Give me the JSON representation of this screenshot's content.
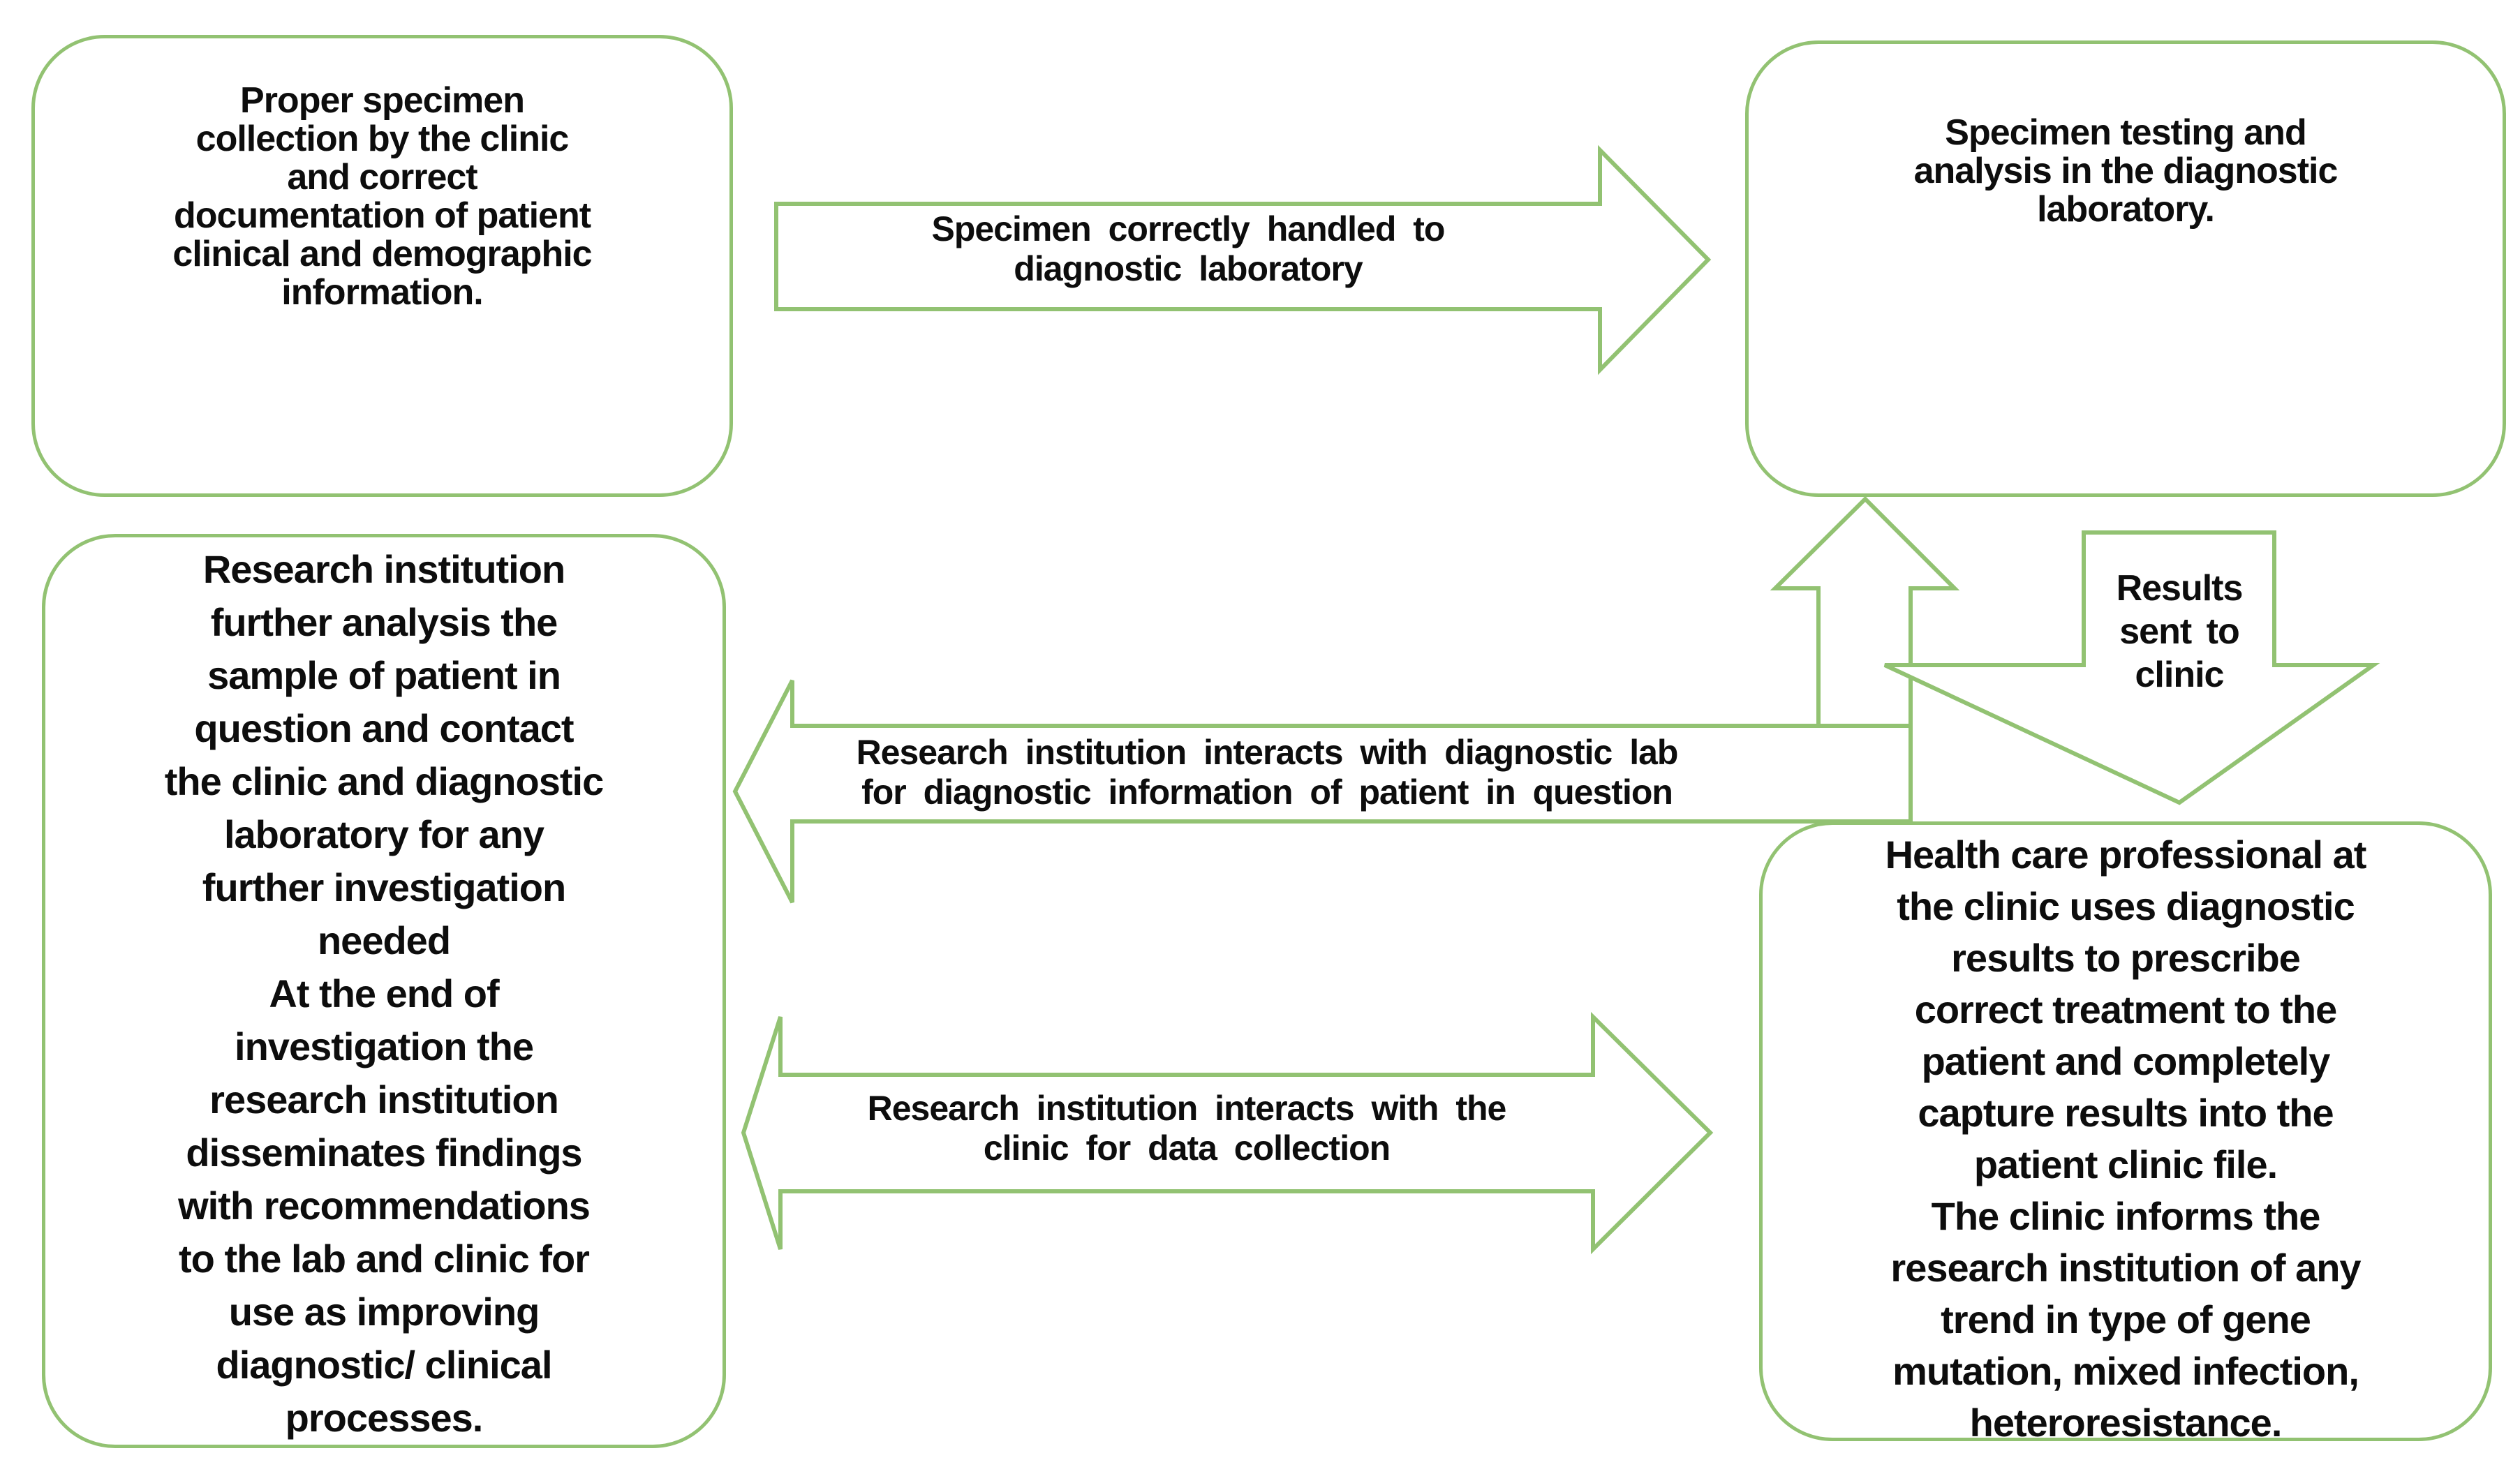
{
  "colors": {
    "outline_green": "#92c272",
    "text": "#0d0d0d",
    "background": "#ffffff"
  },
  "boxes": {
    "top_left": {
      "lines": [
        "Proper specimen",
        "collection by the clinic",
        "and correct",
        "documentation of patient",
        "clinical and demographic",
        "information."
      ]
    },
    "top_right": {
      "lines": [
        "Specimen testing and",
        "analysis in the diagnostic",
        "laboratory."
      ]
    },
    "research": {
      "lines": [
        "Research institution",
        "further analysis the",
        "sample of patient in",
        "question and contact",
        "the clinic and diagnostic",
        "laboratory for any",
        "further investigation",
        "needed",
        "At the end of",
        "investigation the",
        "research institution",
        "disseminates findings",
        "with recommendations",
        "to the lab and clinic for",
        "use as improving",
        "diagnostic/ clinical",
        "processes."
      ]
    },
    "clinic": {
      "lines": [
        "Health care professional at",
        "the clinic uses diagnostic",
        "results to prescribe",
        "correct treatment to the",
        "patient and completely",
        "capture results into the",
        "patient clinic file.",
        "The clinic informs the",
        "research institution of any",
        "trend in type of gene",
        "mutation, mixed infection,",
        "heteroresistance."
      ]
    }
  },
  "arrows": {
    "specimen_handled": {
      "direction": "right",
      "lines": [
        "Specimen correctly handled to",
        "diagnostic laboratory"
      ]
    },
    "research_lab": {
      "direction": "left",
      "lines": [
        "Research institution interacts with diagnostic lab",
        "for diagnostic information of patient in question"
      ]
    },
    "lab_feedback": {
      "direction": "up",
      "lines": []
    },
    "results_clinic": {
      "direction": "down",
      "lines": [
        "Results",
        "sent to",
        "clinic"
      ]
    },
    "research_clinic_data": {
      "direction": "double",
      "lines": [
        "Research institution interacts with the",
        "clinic for data collection"
      ]
    }
  }
}
